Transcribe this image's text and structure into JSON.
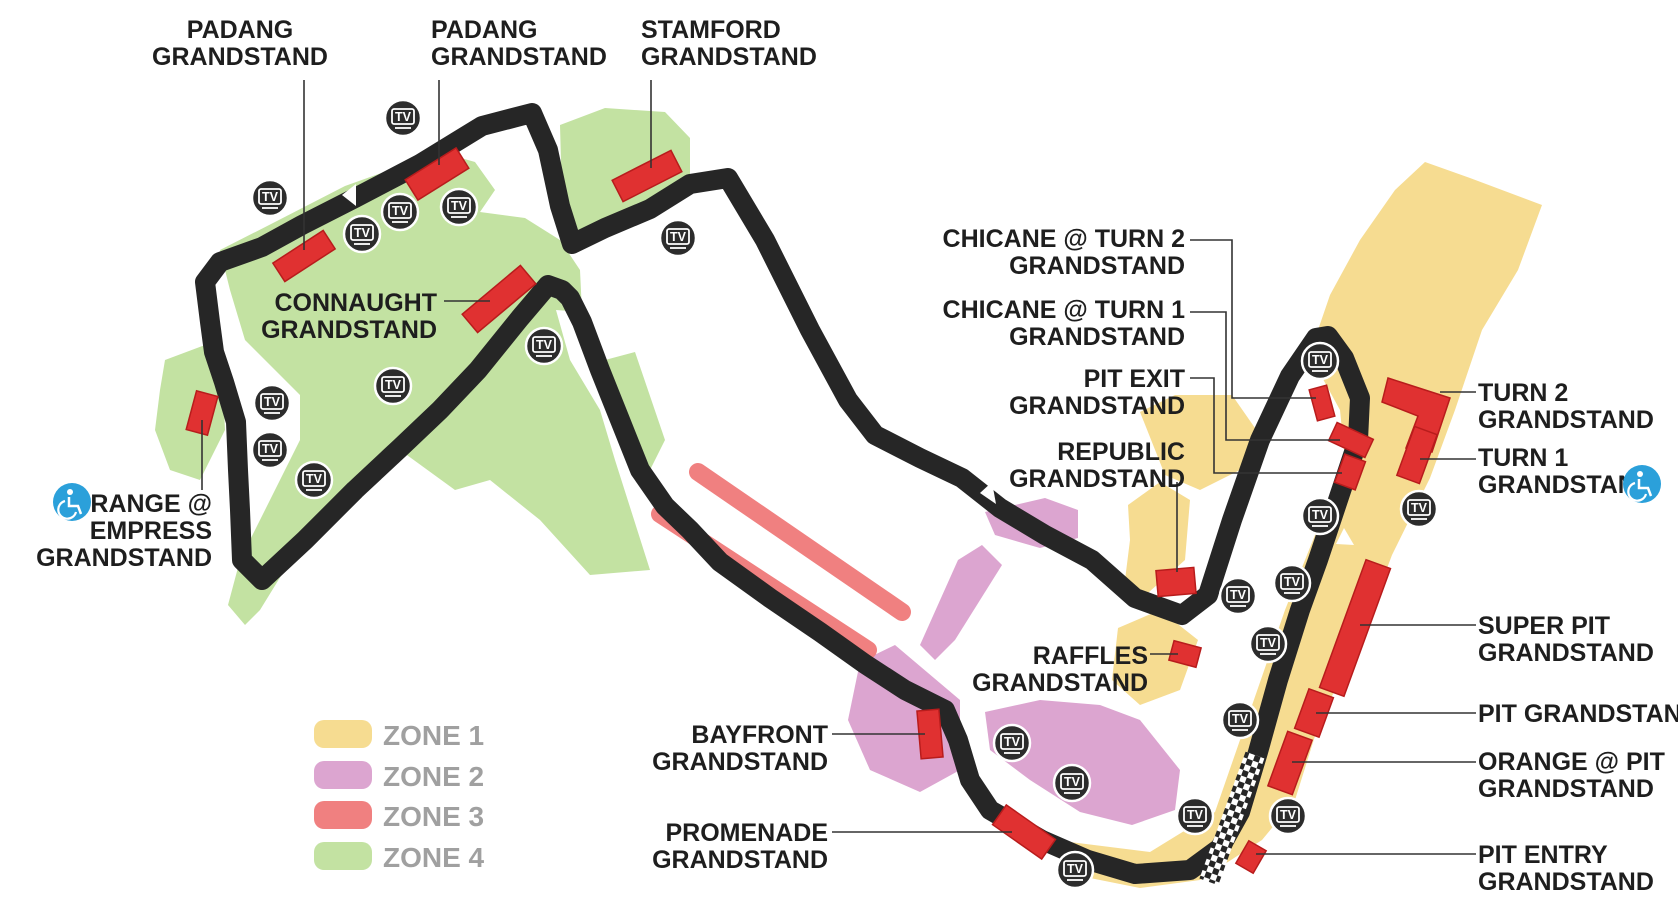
{
  "colors": {
    "zone1": "#f6dc91",
    "zone2": "#dca5d0",
    "zone3": "#f08080",
    "zone4": "#c3e2a2",
    "track": "#262626",
    "grandstand": "#e03131",
    "accessible": "#2ba0da"
  },
  "legend": {
    "zone1": "ZONE 1",
    "zone2": "ZONE 2",
    "zone3": "ZONE 3",
    "zone4": "ZONE 4"
  },
  "tv_label": "TV",
  "accessible_icon": "wheelchair-icon",
  "labels": {
    "padang1": [
      "PADANG",
      "GRANDSTAND"
    ],
    "padang2": [
      "PADANG",
      "GRANDSTAND"
    ],
    "stamford": [
      "STAMFORD",
      "GRANDSTAND"
    ],
    "connaught": [
      "CONNAUGHT",
      "GRANDSTAND"
    ],
    "orange_empress": [
      "ORANGE @",
      "EMPRESS",
      "GRANDSTAND"
    ],
    "chicane2": [
      "CHICANE @ TURN 2",
      "GRANDSTAND"
    ],
    "chicane1": [
      "CHICANE @ TURN 1",
      "GRANDSTAND"
    ],
    "pit_exit": [
      "PIT EXIT",
      "GRANDSTAND"
    ],
    "republic": [
      "REPUBLIC",
      "GRANDSTAND"
    ],
    "raffles": [
      "RAFFLES",
      "GRANDSTAND"
    ],
    "bayfront": [
      "BAYFRONT",
      "GRANDSTAND"
    ],
    "promenade": [
      "PROMENADE",
      "GRANDSTAND"
    ],
    "turn2": [
      "TURN 2",
      "GRANDSTAND"
    ],
    "turn1": [
      "TURN 1",
      "GRANDSTAND"
    ],
    "super_pit": [
      "SUPER PIT",
      "GRANDSTAND"
    ],
    "pit": [
      "PIT GRANDSTAND"
    ],
    "orange_pit": [
      "ORANGE @ PIT",
      "GRANDSTAND"
    ],
    "pit_entry": [
      "PIT ENTRY",
      "GRANDSTAND"
    ]
  }
}
